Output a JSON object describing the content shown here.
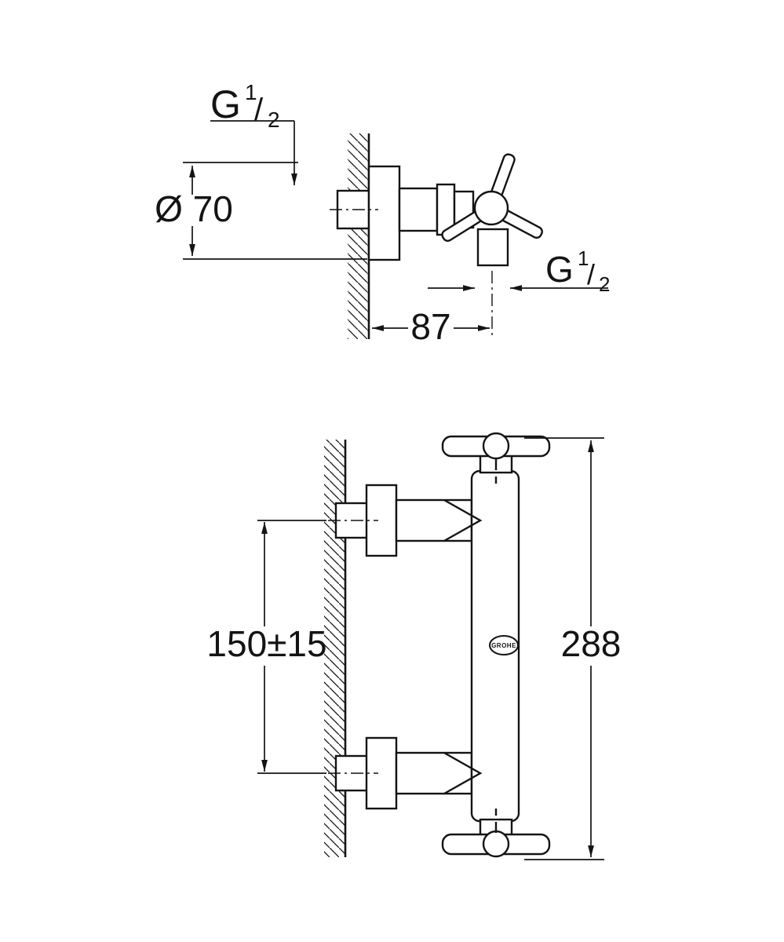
{
  "palette": {
    "background": "#ffffff",
    "line": "#141414",
    "text": "#141414"
  },
  "top_view": {
    "thread_top": {
      "g": "G",
      "numerator": "1",
      "slash": "/",
      "denominator": "2"
    },
    "thread_side": {
      "g": "G",
      "numerator": "1",
      "slash": "/",
      "denominator": "2"
    },
    "diameter": "Ø 70",
    "wall_offset": "87"
  },
  "front_view": {
    "inlet_spacing": "150±15",
    "overall_height": "288",
    "logo": "GROHE"
  }
}
